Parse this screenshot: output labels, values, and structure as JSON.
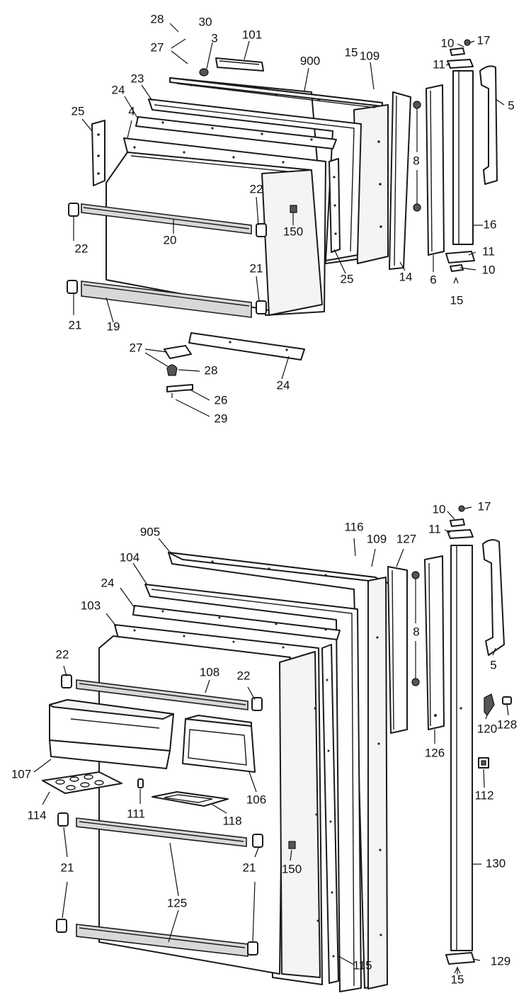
{
  "upper_door": {
    "callouts": {
      "c28": "28",
      "c30": "30",
      "c27": "27",
      "c3": "3",
      "c101": "101",
      "c900": "900",
      "c15": "15",
      "c109": "109",
      "c10": "10",
      "c17": "17",
      "c11": "11",
      "c5": "5",
      "c23": "23",
      "c24": "24",
      "c25": "25",
      "c4": "4",
      "c8": "8",
      "c22a": "22",
      "c22b": "22",
      "c150": "150",
      "c16": "16",
      "c20": "20",
      "c21a": "21",
      "c21b": "21",
      "c25b": "25",
      "c14": "14",
      "c6": "6",
      "c11b": "11",
      "c10b": "10",
      "c15b": "15",
      "c19": "19",
      "c27b": "27",
      "c28b": "28",
      "c24b": "24",
      "c26": "26",
      "c29": "29"
    }
  },
  "lower_door": {
    "callouts": {
      "c10": "10",
      "c17": "17",
      "c905": "905",
      "c116": "116",
      "c109": "109",
      "c127": "127",
      "c11": "11",
      "c104": "104",
      "c24": "24",
      "c103": "103",
      "c8": "8",
      "c5": "5",
      "c22a": "22",
      "c108": "108",
      "c22b": "22",
      "c120": "120",
      "c128": "128",
      "c107": "107",
      "c106": "106",
      "c126": "126",
      "c112": "112",
      "c114": "114",
      "c111": "111",
      "c118": "118",
      "c150": "150",
      "c21a": "21",
      "c125": "125",
      "c21b": "21",
      "c130": "130",
      "c129": "129",
      "c115": "115",
      "c15": "15"
    }
  }
}
